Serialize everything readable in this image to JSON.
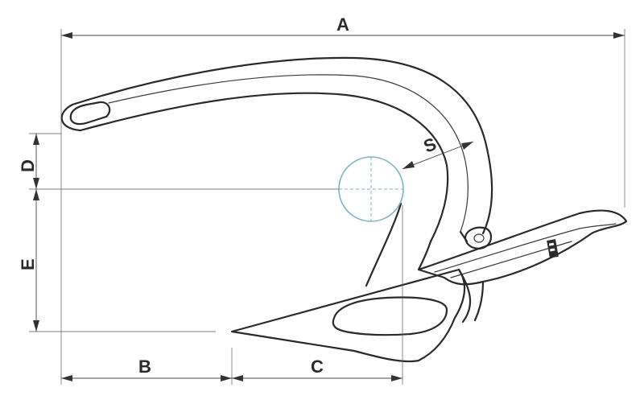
{
  "diagram": {
    "dimensions": {
      "a": "A",
      "b": "B",
      "c": "C",
      "d": "D",
      "e": "E",
      "s": "S"
    },
    "colors": {
      "outline": "#2a2a2a",
      "dimension_lines": "#444444",
      "reference_circle": "#7fb3c3"
    }
  }
}
